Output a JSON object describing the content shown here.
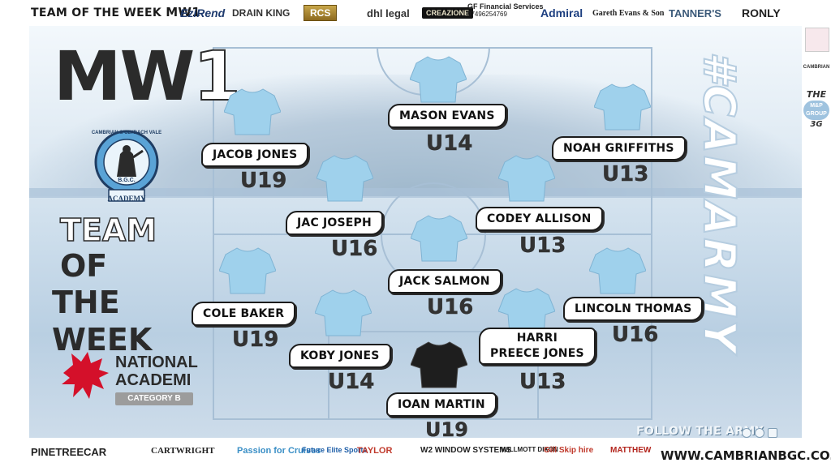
{
  "header": {
    "title": "TEAM OF THE WEEK",
    "title_mw": "MW1",
    "sponsors": [
      "EziRend",
      "DRAIN KING",
      "RCS",
      "dhl legal",
      "CREAZIONE",
      "GF Financial Services",
      "07496254769",
      "Admiral",
      "Gareth Evans & Son",
      "TANNER'S",
      "RONLY"
    ]
  },
  "graphic": {
    "matchweek": "MW",
    "matchweek_num": "1",
    "title_team": "TEAM",
    "title_of": "OF",
    "title_week": "THE WEEK",
    "crest_top": "CAMBRIAN & CLYDACH VALE",
    "crest_mid": "B.G.C.",
    "crest_bottom": "ACADEMY",
    "national_line1": "NATIONAL",
    "national_line2": "ACADEMI",
    "category": "CATEGORY B",
    "hashtag": "#CAMARMY"
  },
  "side": {
    "logo1": "CAMBRIAN",
    "logo2": "THE",
    "logo3": "M&P GROUP",
    "logo4": "3G"
  },
  "colors": {
    "shirt_sky": "#9fd1ec",
    "shirt_gk": "#1e1e1e",
    "panel": "#cddcea",
    "label_border": "#1c1c1c"
  },
  "players": [
    {
      "name": "JACOB JONES",
      "age": "U19"
    },
    {
      "name": "MASON EVANS",
      "age": "U14"
    },
    {
      "name": "NOAH GRIFFITHS",
      "age": "U13"
    },
    {
      "name": "JAC JOSEPH",
      "age": "U16"
    },
    {
      "name": "CODEY ALLISON",
      "age": "U13"
    },
    {
      "name": "JACK SALMON",
      "age": "U16"
    },
    {
      "name": "COLE BAKER",
      "age": "U19"
    },
    {
      "name": "LINCOLN THOMAS",
      "age": "U16"
    },
    {
      "name_line1": "HARRI",
      "name_line2": "PREECE JONES",
      "age": "U13"
    },
    {
      "name": "KOBY JONES",
      "age": "U14"
    },
    {
      "name": "IOAN MARTIN",
      "age": "U19"
    }
  ],
  "footer": {
    "follow": "FOLLOW THE ARMY",
    "url": "WWW.CAMBRIANBGC.CO.UK",
    "sponsors": [
      "PINETREECAR",
      "CARTWRIGHT",
      "Passion for Cruises",
      "Future Elite Sports",
      "TAYLOR",
      "W2 WINDOW SYSTEMS",
      "WILLMOTT DIXON",
      "Gill Skip hire",
      "MATTHEW"
    ]
  }
}
